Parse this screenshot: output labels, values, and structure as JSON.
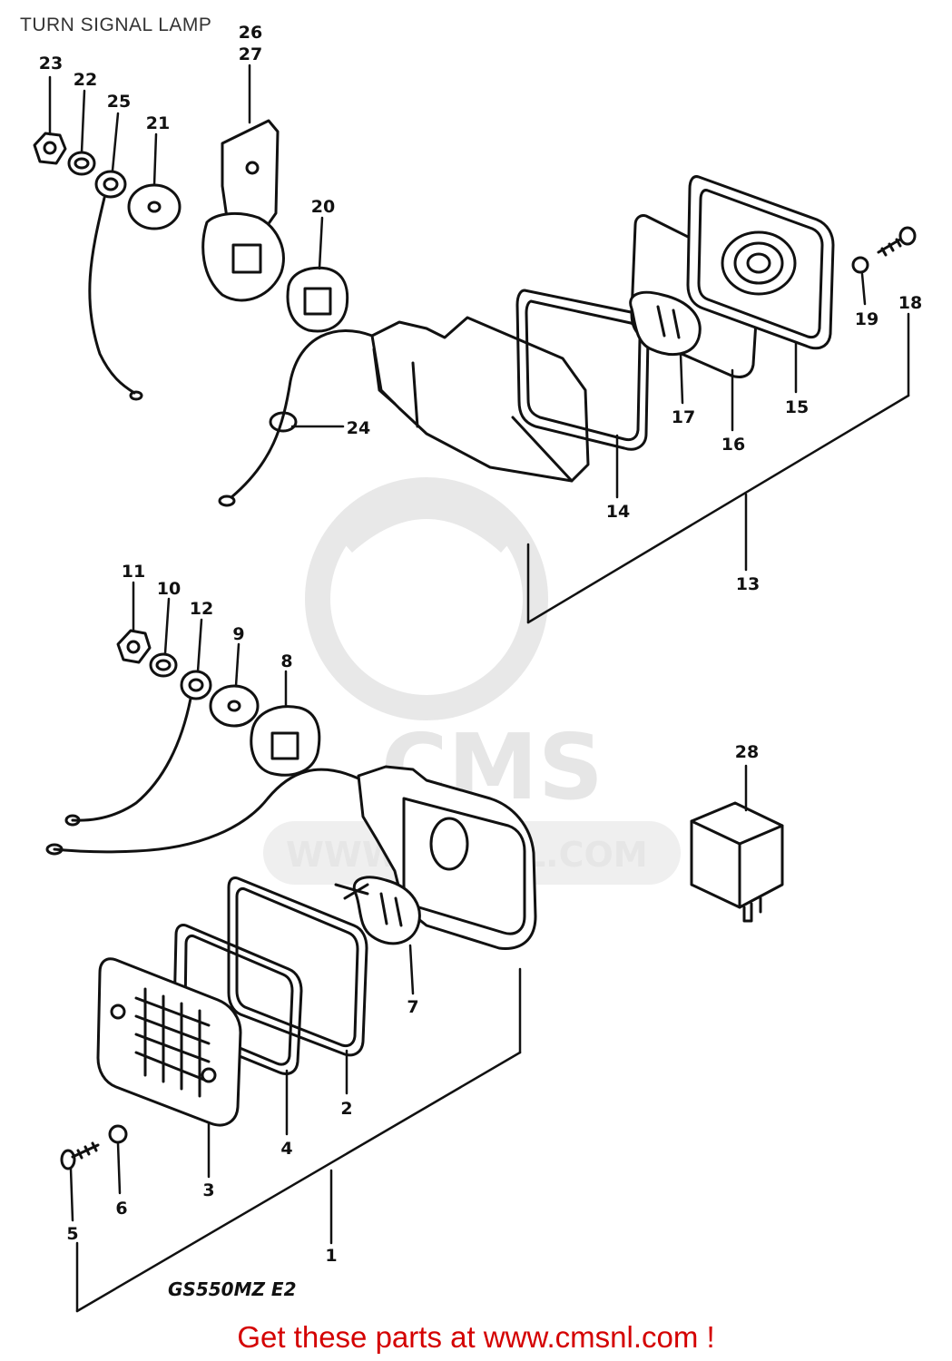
{
  "header": {
    "title": "TURN SIGNAL LAMP"
  },
  "callouts": [
    "1",
    "2",
    "3",
    "4",
    "5",
    "6",
    "7",
    "8",
    "9",
    "10",
    "11",
    "12",
    "13",
    "14",
    "15",
    "16",
    "17",
    "18",
    "19",
    "20",
    "21",
    "22",
    "23",
    "24",
    "25",
    "26",
    "27",
    "28"
  ],
  "model_code": "GS550MZ E2",
  "watermark": {
    "brand": "CMS",
    "site": "WWW.CMSNL.COM"
  },
  "footer": {
    "link_text": "Get these parts at www.cmsnl.com !"
  },
  "colors": {
    "line": "#111111",
    "footer_text": "#d40000",
    "watermark": "#e6e6e6"
  }
}
